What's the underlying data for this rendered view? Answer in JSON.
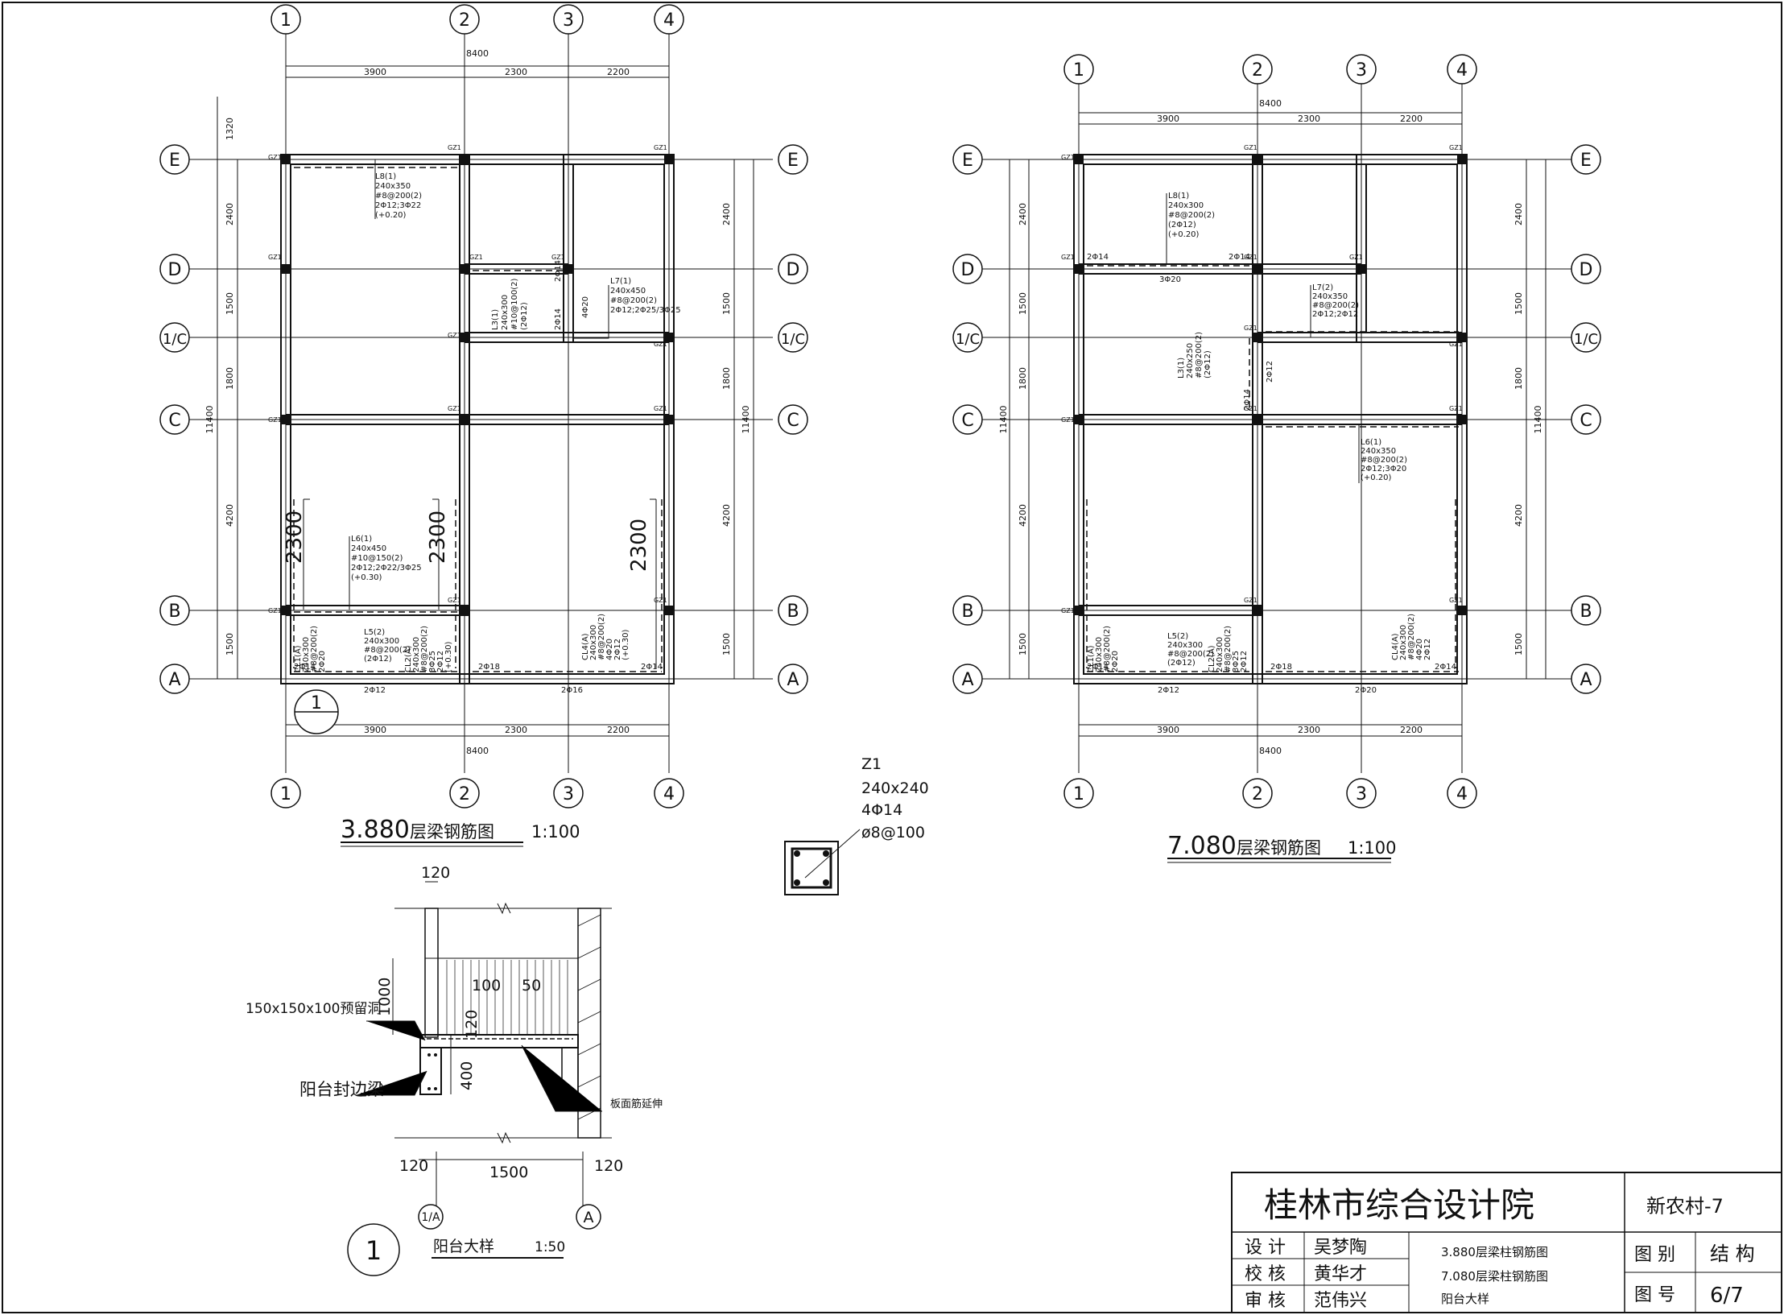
{
  "plan_a": {
    "grid_cols": [
      "1",
      "2",
      "3",
      "4"
    ],
    "grid_rows": [
      "E",
      "D",
      "1/C",
      "C",
      "B",
      "A"
    ],
    "top_total": "8400",
    "top_spans": [
      "3900",
      "2300",
      "2200"
    ],
    "left_spans": [
      "1320",
      "2400",
      "1500",
      "1800",
      "4200",
      "1500"
    ],
    "left_total": "11400",
    "right_spans": [
      "2400",
      "1500",
      "1800",
      "4200",
      "1500"
    ],
    "right_total": "11400",
    "bottom_spans": [
      "3900",
      "2300",
      "2200"
    ],
    "bottom_total": "8400",
    "gz_tags": [
      "GZ1",
      "GZ1",
      "GZ1",
      "GZ1",
      "GZ1",
      "GZ1",
      "GZ1",
      "GZ1",
      "GZ1",
      "GZ1",
      "GZ1",
      "GZ1",
      "GZ1",
      "GZ1"
    ],
    "l8": [
      "L8(1)",
      "240x350",
      "#8@200(2)",
      "2Φ12;3Φ22",
      "(+0.20)"
    ],
    "l7": [
      "L7(1)",
      "240x450",
      "#8@200(2)",
      "2Φ12;2Φ25/3Φ25"
    ],
    "l_small": [
      "L3(1)",
      "240x300",
      "#10@100(2)",
      "(2Φ12)"
    ],
    "l7_bars": [
      "2Φ14",
      "4Φ20",
      "2Φ14"
    ],
    "l6": [
      "L6(1)",
      "240x450",
      "#10@150(2)",
      "2Φ12;2Φ22/3Φ25",
      "(+0.30)"
    ],
    "dim_2300": [
      "2300",
      "2300",
      "2300"
    ],
    "l5": [
      "L5(2)",
      "240x300",
      "#8@200(2)",
      "(2Φ12)"
    ],
    "cl_left": [
      "CL1(A)",
      "240x300",
      "#8@200(2)",
      "2Φ20"
    ],
    "cl_mid": [
      "CL2(A)",
      "240x300",
      "#8@200(2)",
      "3Φ25",
      "2Φ12",
      "(+0.30)"
    ],
    "cl_right": [
      "CL4(A)",
      "240x300",
      "#8@200(2)",
      "4Φ20",
      "2Φ12",
      "(+0.30)"
    ],
    "bars": [
      "2Φ14",
      "2Φ18",
      "2Φ14",
      "2Φ12",
      "2Φ16"
    ],
    "detail_marker": "1",
    "title_num": "3.880",
    "title_text": "层梁钢筋图",
    "scale": "1:100"
  },
  "plan_b": {
    "grid_cols": [
      "1",
      "2",
      "3",
      "4"
    ],
    "grid_rows": [
      "E",
      "D",
      "1/C",
      "C",
      "B",
      "A"
    ],
    "top_total": "8400",
    "top_spans": [
      "3900",
      "2300",
      "2200"
    ],
    "left_spans": [
      "2400",
      "1500",
      "1800",
      "4200",
      "1500"
    ],
    "left_total": "11400",
    "right_spans": [
      "2400",
      "1500",
      "1800",
      "4200",
      "1500"
    ],
    "right_total": "11400",
    "bottom_spans": [
      "3900",
      "2300",
      "2200"
    ],
    "bottom_total": "8400",
    "gz_tags": [
      "GZ1",
      "GZ1",
      "GZ1",
      "GZ1",
      "GZ1",
      "GZ1",
      "GZ1",
      "GZ1",
      "GZ1",
      "GZ1",
      "GZ1",
      "GZ1",
      "GZ1",
      "GZ1"
    ],
    "l8": [
      "L8(1)",
      "240x300",
      "#8@200(2)",
      "(2Φ12)",
      "(+0.20)"
    ],
    "bars_d": [
      "2Φ14",
      "2Φ14",
      "3Φ20"
    ],
    "l7": [
      "L7(2)",
      "240x350",
      "#8@200(2)",
      "2Φ12;2Φ12"
    ],
    "l3": [
      "L3(1)",
      "240x250",
      "#8@200(2)",
      "(2Φ12)"
    ],
    "bars_mid": [
      "2Φ12",
      "2Φ14"
    ],
    "l6": [
      "L6(1)",
      "240x350",
      "#8@200(2)",
      "2Φ12;3Φ20",
      "(+0.20)"
    ],
    "l5": [
      "L5(2)",
      "240x300",
      "#8@200(2)",
      "(2Φ12)"
    ],
    "cl_left": [
      "CL1(A)",
      "240x300",
      "#8@200(2)",
      "2Φ20"
    ],
    "cl_mid": [
      "CL2(A)",
      "240x300",
      "#8@200(2)",
      "3Φ25",
      "2Φ12"
    ],
    "cl_right": [
      "CL4(A)",
      "240x300",
      "#8@200(2)",
      "4Φ20",
      "2Φ12"
    ],
    "bars": [
      "2Φ14",
      "2Φ18",
      "2Φ14",
      "2Φ12",
      "2Φ20"
    ],
    "title_num": "7.080",
    "title_text": "层梁钢筋图",
    "scale": "1:100"
  },
  "column": {
    "name": "Z1",
    "size": "240x240",
    "main_bars": "4Φ14",
    "stirrup": "ø8@100"
  },
  "detail": {
    "top_dim": "120",
    "dim_100": "100",
    "dim_50": "50",
    "dim_1000": "1000",
    "dim_120v": "120",
    "dim_400": "400",
    "hole_label": "150x150x100预留洞",
    "beam_label": "阳台封边梁",
    "slab_label": "板面筋延伸",
    "bottom_dims": [
      "120",
      "1500",
      "120"
    ],
    "axis_left": "1/A",
    "axis_right": "A",
    "marker": "1",
    "title": "阳台大样",
    "scale": "1:50"
  },
  "title_block": {
    "company": "桂林市综合设计院",
    "project": "新农村-7",
    "roles": [
      "设  计",
      "校  核",
      "审  核"
    ],
    "names": [
      "吴梦陶",
      "黄华才",
      "范伟兴"
    ],
    "drawings": [
      "3.880层梁柱钢筋图",
      "7.080层梁柱钢筋图",
      "阳台大样"
    ],
    "category_label": "图  别",
    "category_value": "结  构",
    "number_label": "图  号",
    "number_value": "6/7"
  }
}
